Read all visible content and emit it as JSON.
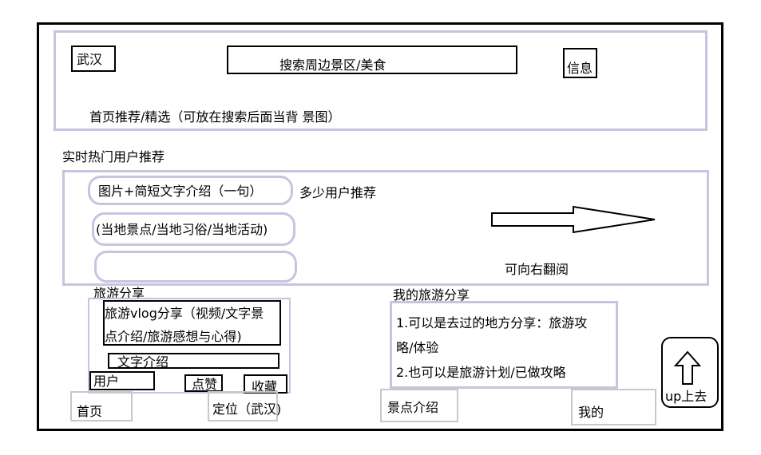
{
  "header": {
    "city_label": "武汉",
    "search_text": "搜索周边景区/美食",
    "message_label": "信息",
    "home_recommend_text": "首页推荐/精选（可放在搜索后面当背 景图）"
  },
  "hot": {
    "section_title": "实时热门用户推荐",
    "card1_text": "图片+简短文字介绍（一句）",
    "card2_text": "(当地景点/当地习俗/当地活动)",
    "card3_text": "",
    "user_count_text": "多少用户推荐",
    "page_right_text": "可向右翻阅"
  },
  "travel_share": {
    "title": "旅游分享",
    "vlog_line1": "旅游vlog分享（视频/文字景",
    "vlog_line2": "点介绍/旅游感想与心得)",
    "text_intro": "文字介绍",
    "user_label": "用户",
    "like_label": "点赞",
    "fav_label": "收藏"
  },
  "my_share": {
    "title": "我的旅游分享",
    "line1": "1.可以是去过的地方分享：旅游攻",
    "line2": "略/体验",
    "line3": "2.也可以是旅游计划/已做攻略"
  },
  "up_button": {
    "label": "up上去"
  },
  "bottom_nav": {
    "home": "首页",
    "locate": "定位（武汉)",
    "attractions": "景点介绍",
    "mine": "我的"
  }
}
